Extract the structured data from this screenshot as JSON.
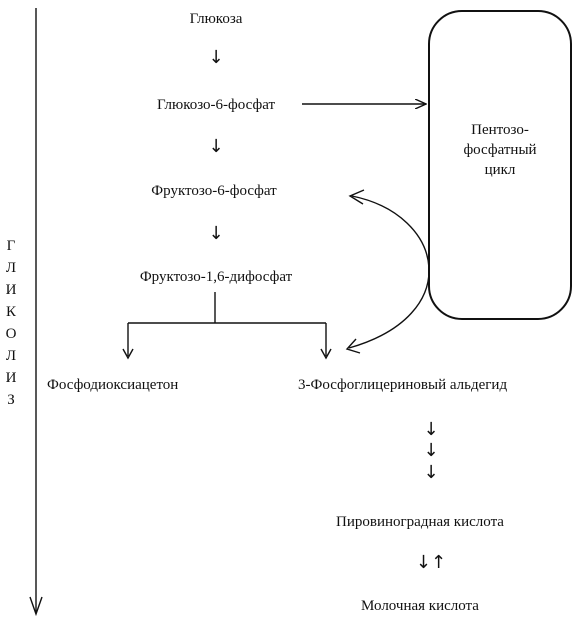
{
  "axis_label_letters": [
    "Г",
    "Л",
    "И",
    "К",
    "О",
    "Л",
    "И",
    "З"
  ],
  "nodes": {
    "glucose": "Глюкоза",
    "g6p": "Глюкозо-6-фосфат",
    "f6p": "Фруктозо-6-фосфат",
    "f16bp": "Фруктозо-1,6-дифосфат",
    "dhap": "Фосфодиоксиацетон",
    "g3p": "3-Фосфоглицериновый альдегид",
    "pyruvate": "Пировиноградная кислота",
    "lactate": "Молочная кислота"
  },
  "cycle": {
    "lines": [
      "Пентозо-",
      "фосфатный",
      "цикл"
    ]
  },
  "glyphs": {
    "down": "↓",
    "reversible": "↓↑"
  }
}
